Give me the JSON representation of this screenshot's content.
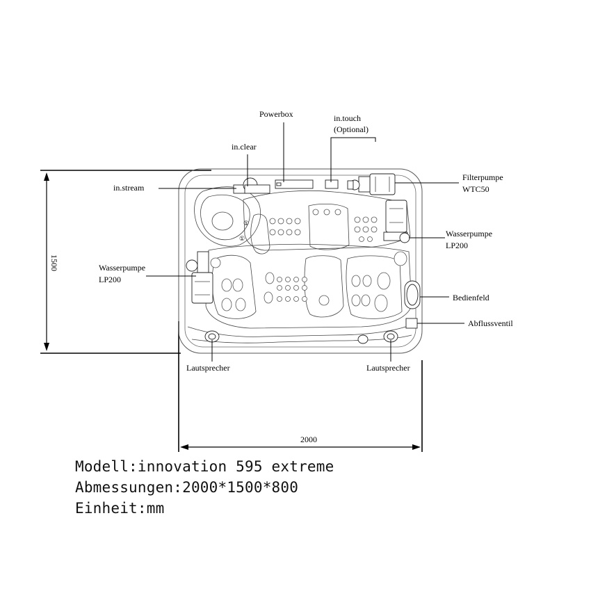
{
  "labels": {
    "powerbox": "Powerbox",
    "in_touch": "in.touch",
    "optional": "(Optional)",
    "in_clear": "in.clear",
    "in_stream": "in.stream",
    "filterpumpe": "Filterpumpe",
    "wtc50": "WTC50",
    "wasserpumpe_right": "Wasserpumpe",
    "lp200_right": "LP200",
    "wasserpumpe_left": "Wasserpumpe",
    "lp200_left": "LP200",
    "bedienfeld": "Bedienfeld",
    "abflussventil": "Abflussventil",
    "lautsprecher_left": "Lautsprecher",
    "lautsprecher_right": "Lautsprecher",
    "seat_marker_1": "①",
    "seat_marker_2": "①"
  },
  "dimensions": {
    "width": "2000",
    "depth": "1500"
  },
  "info": {
    "model": "Modell:innovation 595 extreme",
    "size": "Abmessungen:2000*1500*800",
    "unit": "Einheit:mm"
  }
}
